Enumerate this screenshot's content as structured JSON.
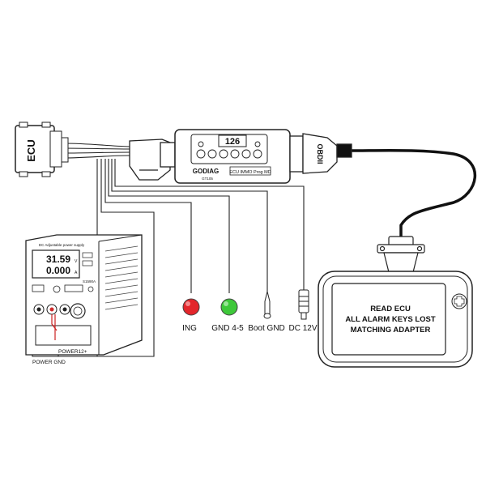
{
  "ecu": {
    "label": "ECU"
  },
  "adapter": {
    "display": "126",
    "brand": "GODIAG",
    "model": "GT105",
    "product": "ECU IMMO Prog MD",
    "obd_label": "OBDII"
  },
  "power_supply": {
    "brand_line": "DC Adjustable power supply",
    "voltage": "31.59",
    "current": "0.000",
    "model": "S1590A",
    "voltage_unit": "V",
    "current_unit": "A"
  },
  "pin_labels": {
    "ing": "ING",
    "gnd": "GND 4-5",
    "boot": "Boot GND",
    "dc": "DC 12V"
  },
  "wire_labels": {
    "power_plus": "POWER12+",
    "power_gnd": "POWER GND"
  },
  "tablet": {
    "line1": "READ ECU",
    "line2": "ALL ALARM KEYS LOST",
    "line3": "MATCHING ADAPTER"
  },
  "colors": {
    "ing_dot": "#e3262b",
    "gnd_dot": "#3ec83a",
    "line": "#222222"
  }
}
